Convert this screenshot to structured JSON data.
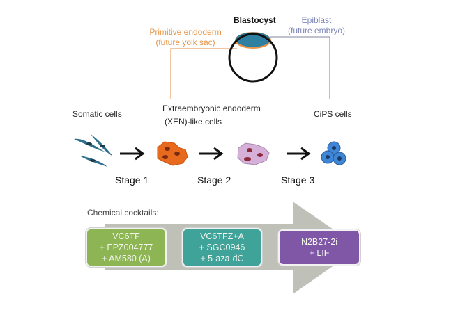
{
  "blastocyst": {
    "title": "Blastocyst",
    "primitive_endoderm": {
      "line1": "Primitive endoderm",
      "line2": "(future yolk sac)"
    },
    "epiblast": {
      "line1": "Epiblast",
      "line2": "(future embryo)"
    }
  },
  "cell_types": {
    "somatic": "Somatic cells",
    "xen_line1": "Extraembryonic endoderm",
    "xen_line2": "(XEN)-like cells",
    "cips": "CiPS cells"
  },
  "stages": [
    "Stage 1",
    "Stage 2",
    "Stage 3"
  ],
  "cocktails": {
    "heading": "Chemical cocktails:",
    "boxes": [
      {
        "lines": [
          "VC6TF",
          "+ EPZ004777",
          "+ AM580 (A)"
        ],
        "color": "#8db553"
      },
      {
        "lines": [
          "VC6TFZ+A",
          "+ SGC0946",
          "+ 5-aza-dC"
        ],
        "color": "#3fa39a"
      },
      {
        "lines": [
          "N2B27-2i",
          "+ LIF"
        ],
        "color": "#8056a6"
      }
    ]
  },
  "colors": {
    "primitive_endoderm": "#e8954a",
    "epiblast": "#7d86b8",
    "blastocyst_inner": "#2f7fa0",
    "arrow_band": "#bfc1b8"
  }
}
